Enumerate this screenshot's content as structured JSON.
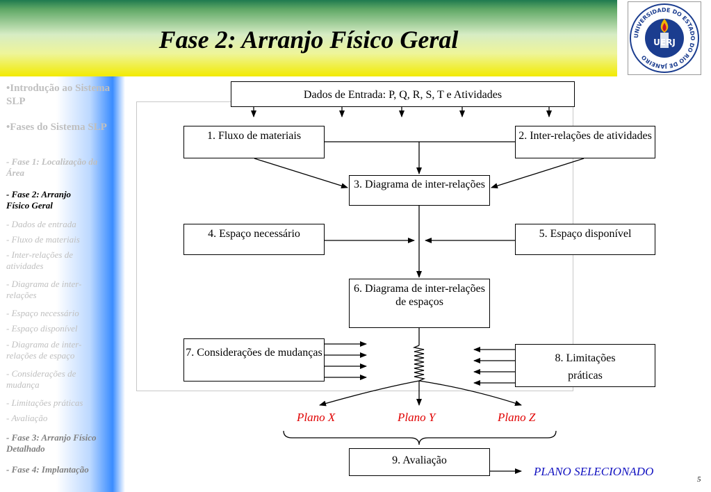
{
  "slide": {
    "title": "Fase 2: Arranjo Físico Geral",
    "page_number": "5"
  },
  "logo": {
    "acronym": "UERJ",
    "ring_text": "UNIVERSIDADE DO ESTADO DO RIO DE JANEIRO",
    "colors": {
      "blue": "#1b3d8f",
      "gold": "#f0b400",
      "red": "#c8102e"
    }
  },
  "sidebar": {
    "items": [
      {
        "label": "•Introdução ao Sistema SLP",
        "kind": "main"
      },
      {
        "label": "•Fases do Sistema SLP",
        "kind": "main"
      },
      {
        "label": "- Fase 1: Localização da Área",
        "kind": "phase"
      },
      {
        "label": "- Fase 2: Arranjo Físico Geral",
        "kind": "current"
      },
      {
        "label": "- Dados de entrada",
        "kind": "sub"
      },
      {
        "label": "- Fluxo de materiais",
        "kind": "sub"
      },
      {
        "label": "- Inter-relações de atividades",
        "kind": "sub"
      },
      {
        "label": "- Diagrama de inter-relações",
        "kind": "sub"
      },
      {
        "label": "- Espaço necessário",
        "kind": "sub"
      },
      {
        "label": "- Espaço disponível",
        "kind": "sub"
      },
      {
        "label": "- Diagrama de inter-relações de espaço",
        "kind": "sub"
      },
      {
        "label": "- Considerações de mudança",
        "kind": "sub"
      },
      {
        "label": "- Limitações práticas",
        "kind": "sub"
      },
      {
        "label": "- Avaliação",
        "kind": "sub"
      },
      {
        "label": "- Fase 3: Arranjo Físico Detalhado",
        "kind": "phase-dark"
      },
      {
        "label": "- Fase 4: Implantação",
        "kind": "phase-dark"
      }
    ]
  },
  "diagram": {
    "input": "Dados de Entrada: P, Q, R, S, T e Atividades",
    "box1": "1. Fluxo de materiais",
    "box2": "2. Inter-relações de atividades",
    "box3": "3. Diagrama de inter-relações",
    "box4": "4. Espaço necessário",
    "box5": "5. Espaço disponível",
    "box6": "6. Diagrama de inter-relações de espaços",
    "box7": "7. Considerações de mudanças",
    "box8": "8. Limitações práticas",
    "box9": "9. Avaliação",
    "plans": [
      "Plano X",
      "Plano Y",
      "Plano Z"
    ],
    "selected": "PLANO SELECIONADO",
    "colors": {
      "plan": "#e00000",
      "selected": "#1010c0"
    }
  }
}
